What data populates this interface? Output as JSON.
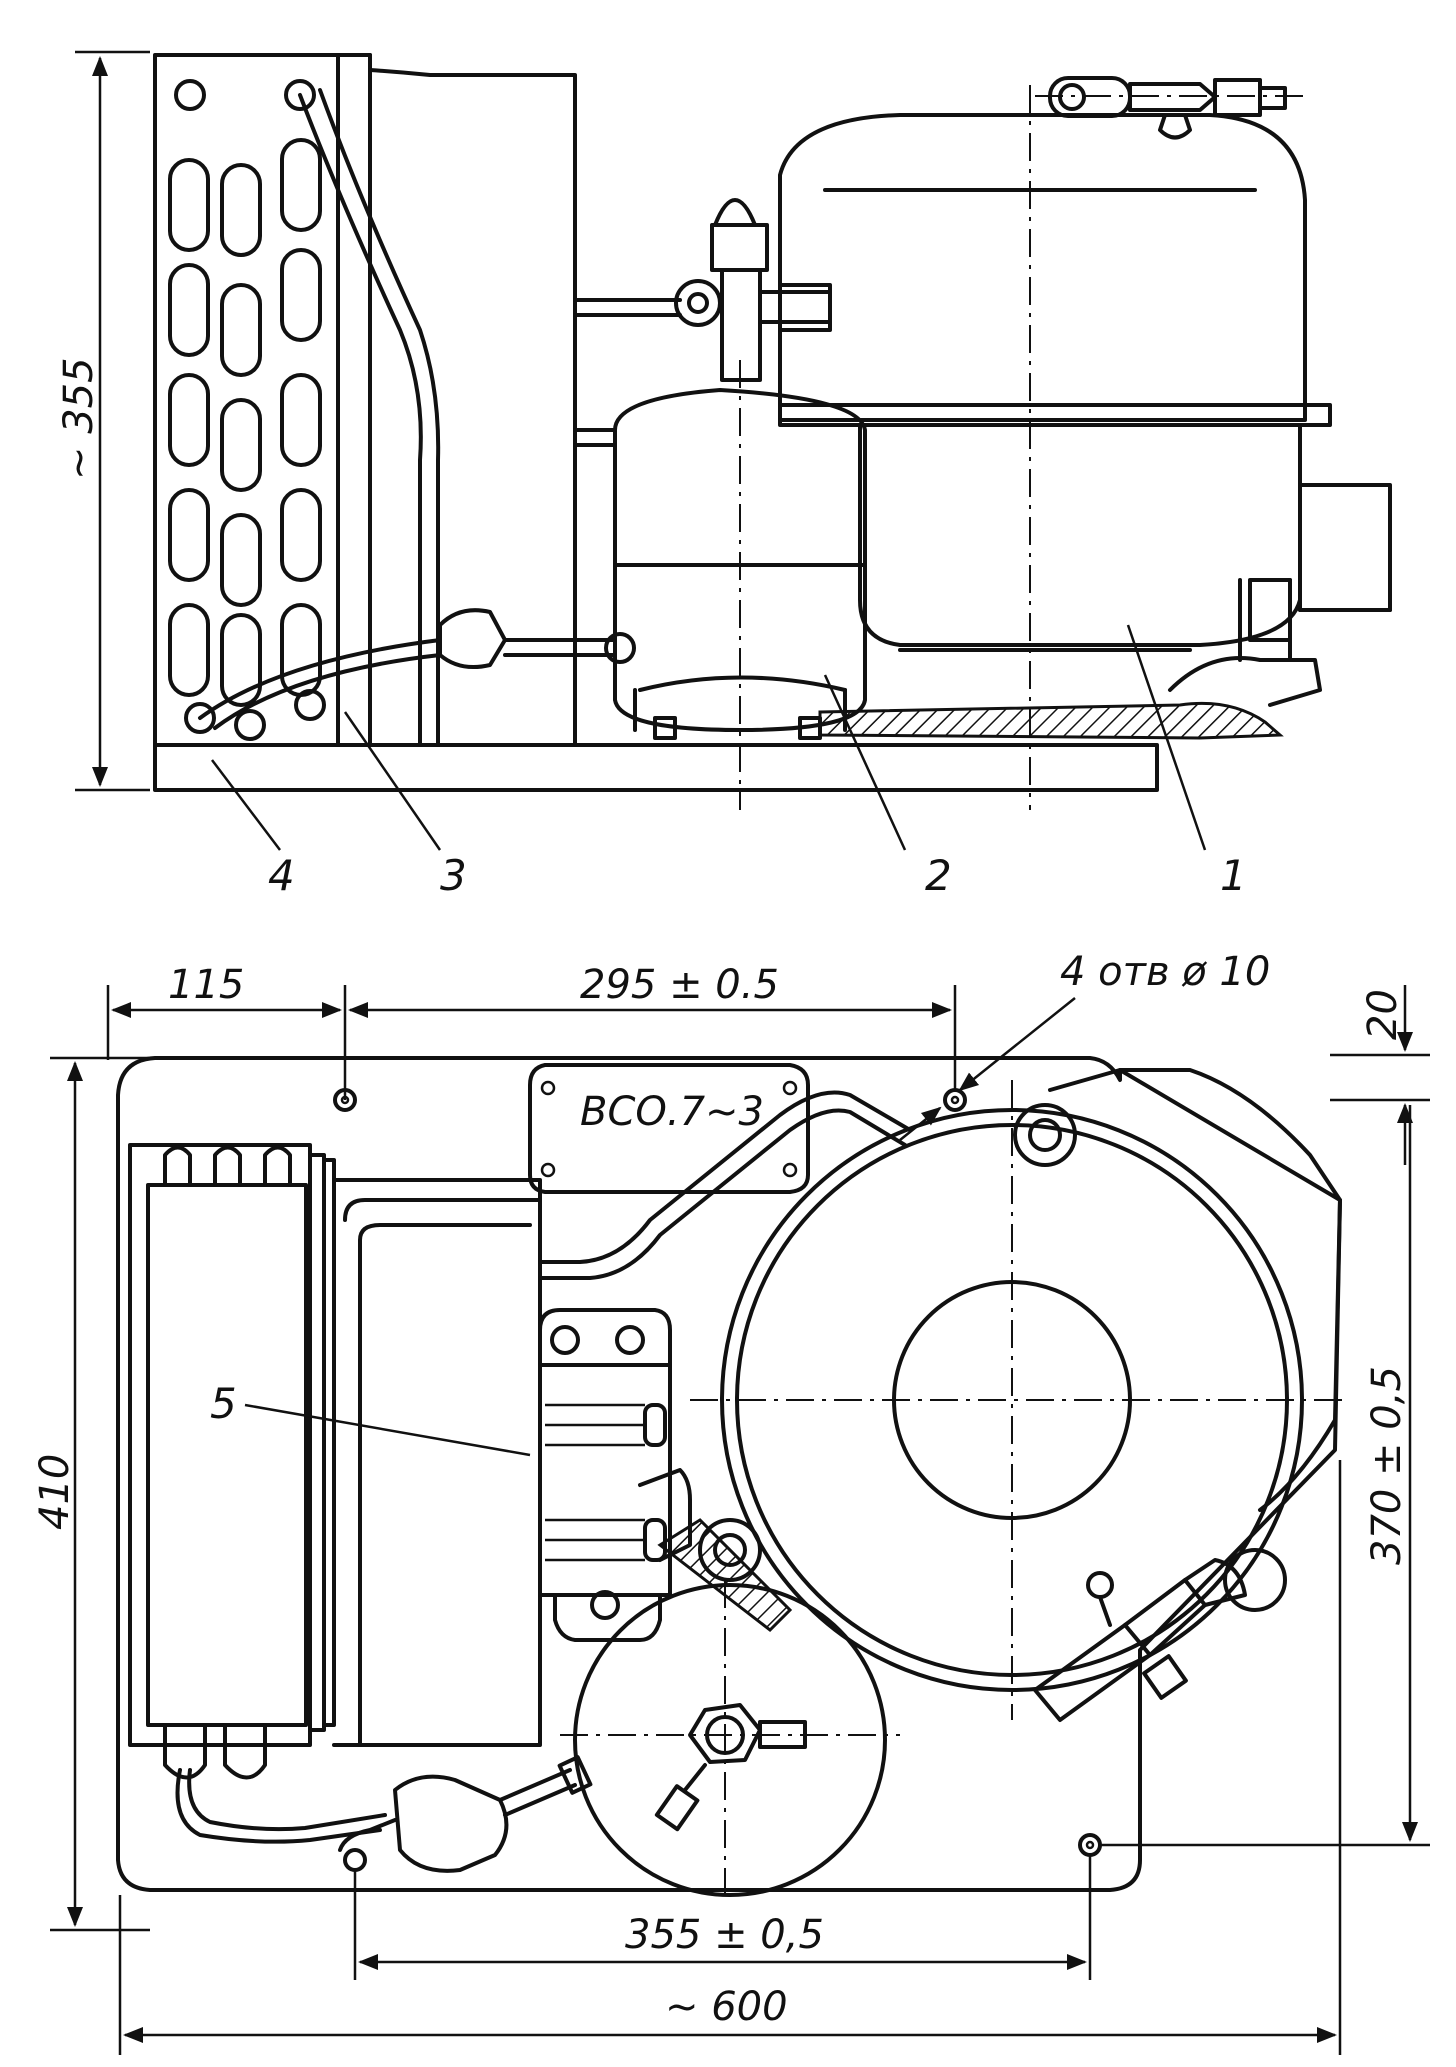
{
  "side_view": {
    "height_dim": "~ 355",
    "callouts": [
      "4",
      "3",
      "2",
      "1"
    ]
  },
  "plan_view": {
    "dim_115": "115",
    "dim_295": "295 ± 0.5",
    "holes_note": "4 отв ø 10",
    "dim_20": "20",
    "label_vso": "ВСО.7~3",
    "callout_5": "5",
    "dim_410": "410",
    "dim_370": "370 ± 0,5",
    "dim_355": "355 ± 0,5",
    "dim_600": "~ 600"
  }
}
